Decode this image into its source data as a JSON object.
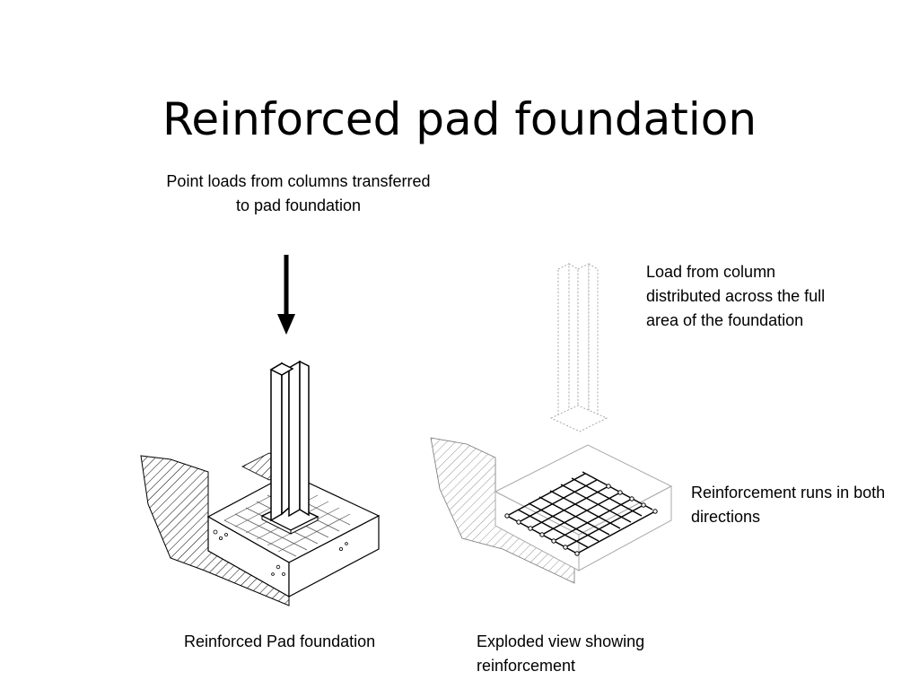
{
  "slide": {
    "title": "Reinforced pad foundation"
  },
  "labels": {
    "point_loads": "Point loads from columns transferred to pad foundation",
    "load_distributed": "Load from column distributed across the full area of the foundation",
    "reinforcement_runs": "Reinforcement runs in both directions",
    "reinforced_pad": "Reinforced Pad foundation",
    "exploded_view": "Exploded view showing reinforcement"
  },
  "icons": {
    "load_arrow": "down-arrow-icon",
    "column": "i-beam-column-icon"
  },
  "colors": {
    "ink": "#000000",
    "faint": "#9a9a9a",
    "background": "#ffffff"
  }
}
